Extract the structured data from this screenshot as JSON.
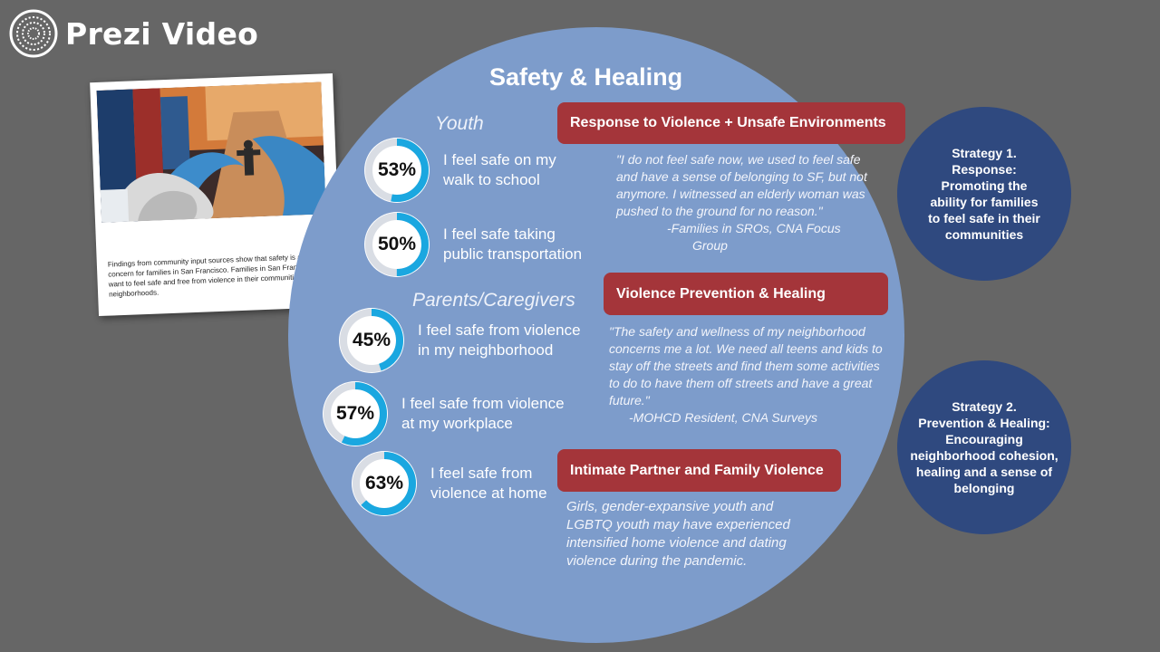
{
  "app": {
    "name": "Prezi Video"
  },
  "icons": {
    "logo": "prezi-logo-icon"
  },
  "colors": {
    "background": "#666666",
    "circle": "#7d9ccb",
    "banner": "#a4353a",
    "strategy": "#2f497f",
    "donut_fill": "#1aa7e0",
    "donut_track": "#d9dde4"
  },
  "slide": {
    "title": "Safety & Healing",
    "youth_label": "Youth",
    "parents_label": "Parents/Caregivers",
    "stats": [
      {
        "percent_label": "53%",
        "value": 0.53,
        "line1": "I feel safe on my",
        "line2": "walk to school"
      },
      {
        "percent_label": "50%",
        "value": 0.5,
        "line1": "I feel safe taking",
        "line2": "public transportation"
      },
      {
        "percent_label": "45%",
        "value": 0.45,
        "line1": "I feel safe from violence",
        "line2": "in my neighborhood"
      },
      {
        "percent_label": "57%",
        "value": 0.57,
        "line1": "I feel safe from violence",
        "line2": "at my workplace"
      },
      {
        "percent_label": "63%",
        "value": 0.63,
        "line1": "I feel safe from",
        "line2": "violence at home"
      }
    ],
    "banners": [
      {
        "title": "Response to Violence + Unsafe Environments",
        "lines": [
          "\"I do not feel safe now, we used to feel safe",
          "and have a sense of belonging to SF, but not",
          "anymore. I witnessed an elderly woman was",
          "pushed to the ground for no reason.\"",
          "-Families in SROs, CNA Focus",
          "Group"
        ]
      },
      {
        "title": "Violence Prevention & Healing",
        "lines": [
          "\"The safety and wellness of my neighborhood",
          "concerns me a lot. We need all teens and kids to",
          "stay off the streets and find them some activities",
          "to do to have them off streets and have a great",
          "future.\"",
          "-MOHCD Resident, CNA Surveys"
        ]
      },
      {
        "title": "Intimate Partner and Family Violence",
        "lines": [
          "Girls, gender-expansive youth and",
          "LGBTQ youth may have experienced",
          "intensified home violence and dating",
          "violence during the pandemic."
        ]
      }
    ],
    "strategies": [
      {
        "lines": [
          "Strategy 1.",
          "Response:",
          "Promoting the",
          "ability for families",
          "to feel safe in their",
          "communities"
        ]
      },
      {
        "lines": [
          "Strategy 2.",
          "Prevention & Healing:",
          "Encouraging",
          "neighborhood cohesion,",
          "healing and a sense of",
          "belonging"
        ]
      }
    ],
    "photo": {
      "image": "mural-photo",
      "caption": "Findings from community input sources show that safety is a major concern for families in San Francisco. Families in San Francisco want to feel safe and free from violence in their communities and neighborhoods."
    }
  }
}
